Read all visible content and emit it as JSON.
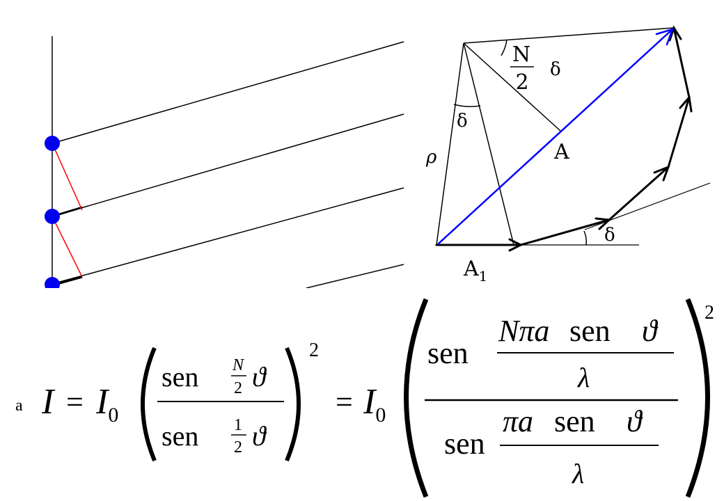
{
  "colors": {
    "ink": "#000000",
    "source_dot": "#0000ee",
    "path_difference": "#ff0000",
    "resultant": "#0000ff",
    "background": "#ffffff"
  },
  "left_figure": {
    "source_count": 3
  },
  "phasor_diagram": {
    "label_n": "N",
    "label_2": "2",
    "label_delta_top": "δ",
    "label_delta_apex": "δ",
    "label_rho": "ρ",
    "label_A": "A",
    "label_A1_letter": "A",
    "label_A1_sub": "1",
    "label_delta_bottom": "δ"
  },
  "formula": {
    "prefix": "a",
    "I": "I",
    "eq": "=",
    "I0_letter": "I",
    "I0_sub": "0",
    "sen": "sen",
    "N": "N",
    "two": "2",
    "one": "1",
    "theta": "ϑ",
    "power": "2",
    "N_pi_a": "Nπa",
    "pi_a": "πa",
    "lambda": "λ"
  }
}
